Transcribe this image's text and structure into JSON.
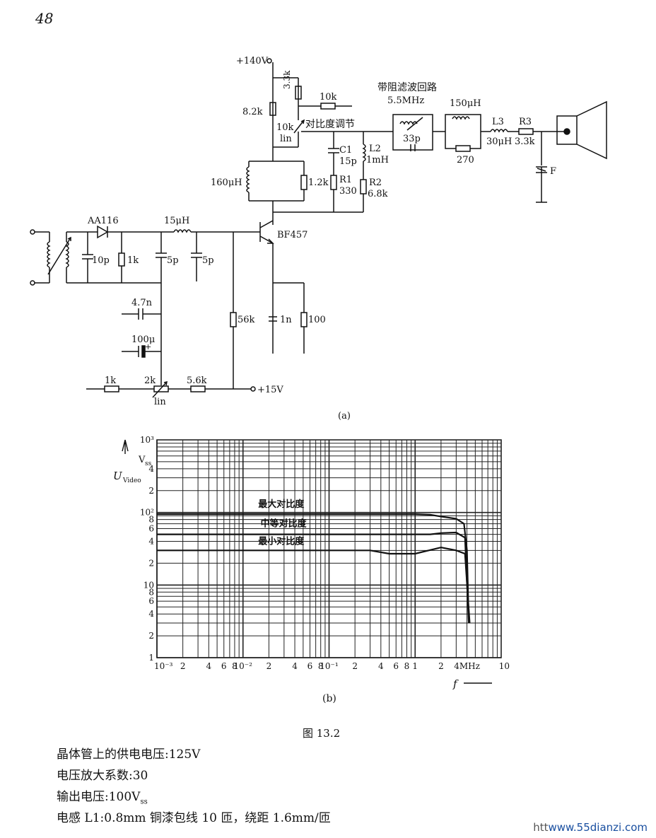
{
  "page_number": "48",
  "figure_caption": "图 13.2",
  "circuit": {
    "label": "(a)",
    "components": {
      "supply_hv": "+140V",
      "supply_lv": "+15V",
      "r_3k3": "3.3k",
      "r_8k2": "8.2k",
      "r_10k_top": "10k",
      "pot_10k": "10k",
      "pot_lin": "lin",
      "contrast_label": "对比度调节",
      "notch_label": "带阻滤波回路",
      "notch_freq": "5.5MHz",
      "l_150u": "150μH",
      "c_33p": "33p",
      "r_270": "270",
      "l3": "L3",
      "l3_val": "30μH",
      "r3": "R3",
      "r3_val": "3.3k",
      "spark_gap": "F",
      "c1": "C1",
      "c1_val": "15p",
      "r1": "R1",
      "r1_val": "330",
      "l2": "L2",
      "l2_val": "1mH",
      "r2": "R2",
      "r2_val": "6.8k",
      "l_160u": "160μH",
      "r_1k2": "1.2k",
      "diode": "AA116",
      "c_10p": "10p",
      "r_1k": "1k",
      "c_5p_a": "5p",
      "l_15u": "15μH",
      "c_5p_b": "5p",
      "transistor": "BF457",
      "c_4n7": "4.7n",
      "c_100u": "100μ",
      "plus": "+",
      "r_56k": "56k",
      "c_1n": "1n",
      "r_100": "100",
      "r_1k_bottom": "1k",
      "pot_2k": "2k",
      "pot_2k_lin": "lin",
      "r_5k6": "5.6k"
    }
  },
  "chart": {
    "label": "(b)",
    "chart_data": {
      "type": "line",
      "x_scale": "log",
      "y_scale": "log",
      "xlim": [
        0.001,
        10
      ],
      "ylim": [
        1,
        1000
      ],
      "x_ticks": [
        "10⁻³",
        "2",
        "4",
        "6",
        "8",
        "10⁻²",
        "2",
        "4",
        "6",
        "8",
        "10⁻¹",
        "2",
        "4",
        "6",
        "8",
        "1",
        "2",
        "4MHz",
        "10"
      ],
      "y_ticks": [
        "10³",
        "4",
        "2",
        "10²",
        "8",
        "6",
        "4",
        "2",
        "10",
        "8",
        "6",
        "4",
        "2",
        "1"
      ],
      "ylabel_main": "U",
      "ylabel_sub": "Video",
      "yunit_main": "V",
      "yunit_sub": "ss",
      "xlabel": "f",
      "grid": true,
      "series": [
        {
          "name": "最大对比度",
          "x": [
            0.001,
            0.01,
            0.1,
            1,
            1.5,
            2,
            3,
            3.7,
            4,
            4.2
          ],
          "y": [
            95,
            95,
            95,
            95,
            93,
            88,
            82,
            70,
            30,
            3
          ]
        },
        {
          "name": "中等对比度",
          "x": [
            0.001,
            0.01,
            0.1,
            1,
            1.5,
            2,
            3,
            3.8,
            4.2
          ],
          "y": [
            50,
            50,
            50,
            50,
            50,
            52,
            53,
            45,
            3
          ]
        },
        {
          "name": "最小对比度",
          "x": [
            0.001,
            0.01,
            0.1,
            0.3,
            0.5,
            1,
            2,
            3,
            3.8,
            4.3
          ],
          "y": [
            30,
            30,
            30,
            30,
            27,
            27,
            33,
            30,
            27,
            3
          ]
        }
      ]
    }
  },
  "params": [
    {
      "prefix": "晶体管上的供电电压:",
      "value": "125V",
      "sub": ""
    },
    {
      "prefix": "电压放大系数:",
      "value": "30",
      "sub": ""
    },
    {
      "prefix": "输出电压:",
      "value": "100V",
      "sub": "ss"
    },
    {
      "prefix": "电感 L1:",
      "value": "0.8mm 铜漆包线 10 匝，绕距 1.6mm/匝",
      "sub": ""
    }
  ],
  "watermark": {
    "prefix": "htt",
    "site": "www.55dianzi.com"
  }
}
